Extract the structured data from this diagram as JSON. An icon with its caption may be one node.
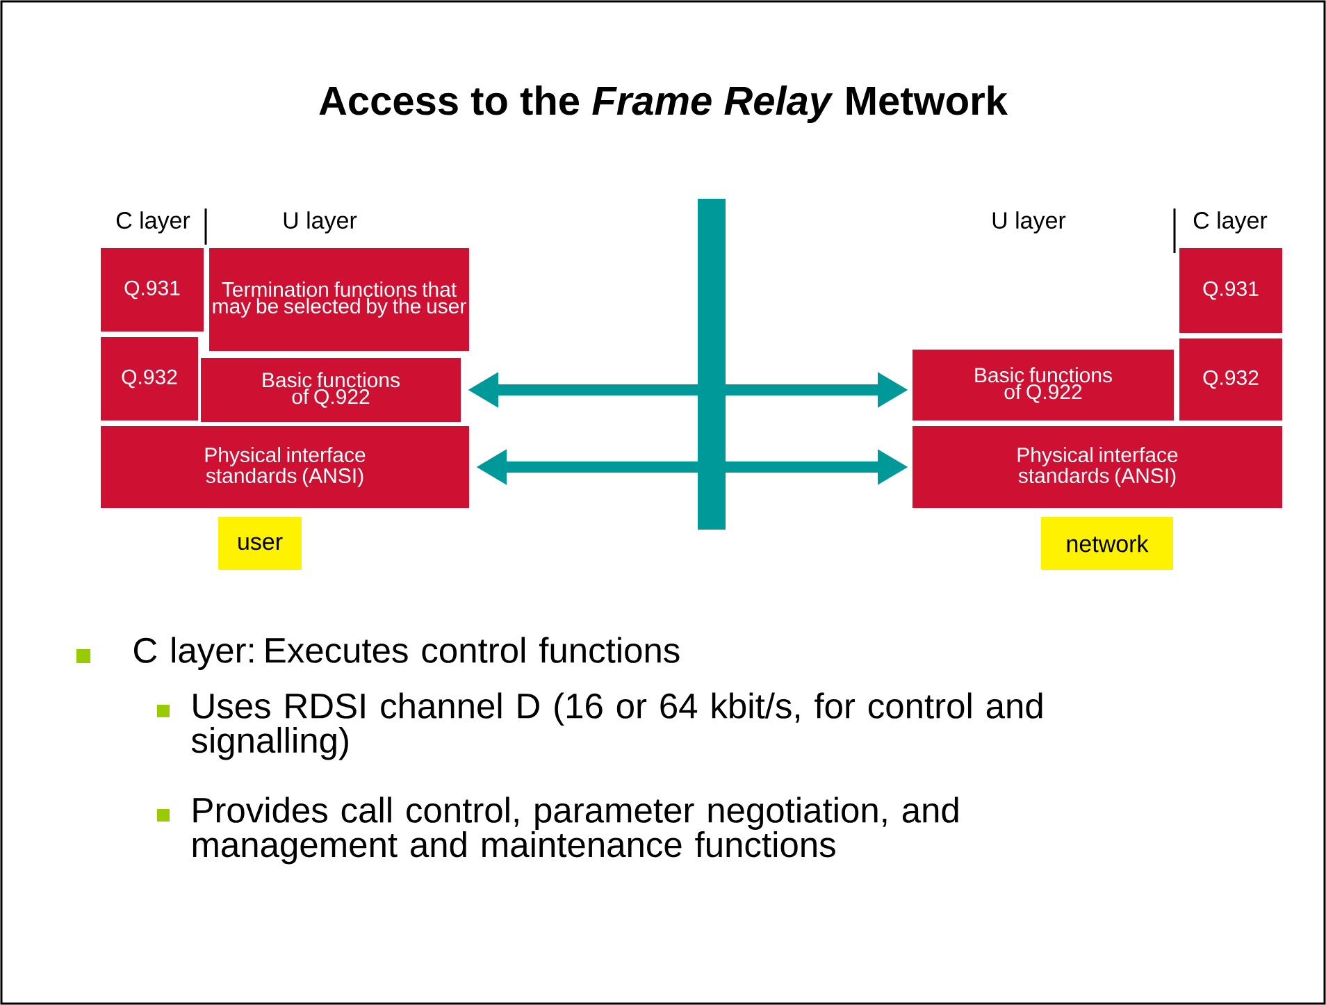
{
  "diagram": {
    "title": "Access to the *Frame Relay* Metwork",
    "nodes": [
      {
        "text": [
          "Q.931"
        ]
      },
      {
        "text": [
          "Termination functions that may be selected by the user"
        ]
      },
      {
        "text": [
          "Q.932"
        ]
      },
      {
        "text": [
          "Basic functions of Q.922"
        ]
      },
      {
        "text": [
          "Physical interface standards (ANSI)"
        ]
      },
      {
        "text": [
          "Q.931"
        ]
      },
      {
        "text": [
          "Basic functions of Q.922"
        ]
      },
      {
        "text": [
          "Q.932"
        ]
      },
      {
        "text": [
          "Physical interface standards (ANSI)"
        ]
      },
      {
        "text": [
          "user"
        ]
      },
      {
        "text": [
          "network"
        ]
      }
    ],
    "edges": [
      {
        "from": 3,
        "to": 6,
        "arrow": "both"
      },
      {
        "from": 4,
        "to": 8,
        "arrow": "both"
      }
    ],
    "labels": [
      "C layer",
      "U layer",
      "U layer",
      "C layer",
      "C layer: Executes control functions",
      "Uses RDSI channel D (16 or 64 kbit/s, for control and signalling)",
      "Provides call control, parameter negotiation, and management and maintenance functions"
    ]
  }
}
